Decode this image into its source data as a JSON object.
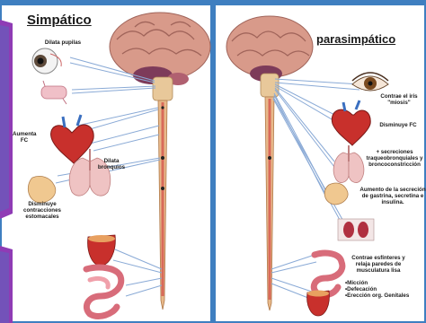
{
  "sympathetic": {
    "title": "Simpático",
    "labels": {
      "pupils": "Dilata pupilas",
      "heart": "Aumenta FC",
      "bronchi": "Dilata bronquios",
      "stomach": "Disminuye contracciones estomacales"
    }
  },
  "parasympathetic": {
    "title": "parasimpático",
    "labels": {
      "eye": "Contrae el iris \"miosis\"",
      "heart": "Disminuye FC",
      "lungs": "+ secreciones traqueobronquiales y broncoconstricción",
      "stomach": "Aumento de la secreción de gastrina, secretina e insulina.",
      "bladder_title": "Contrae esfínteres y relaja paredes de musculatura lisa",
      "bladder_items": [
        "•Micción",
        "•Defecación",
        "•Erección org. Genitales"
      ]
    }
  },
  "colors": {
    "frame_blue": "#3f7fc0",
    "purple": "#8f3bb5",
    "brain": "#d89a8a",
    "cord": "#e8b98a",
    "arrow": "#8aaad6"
  }
}
